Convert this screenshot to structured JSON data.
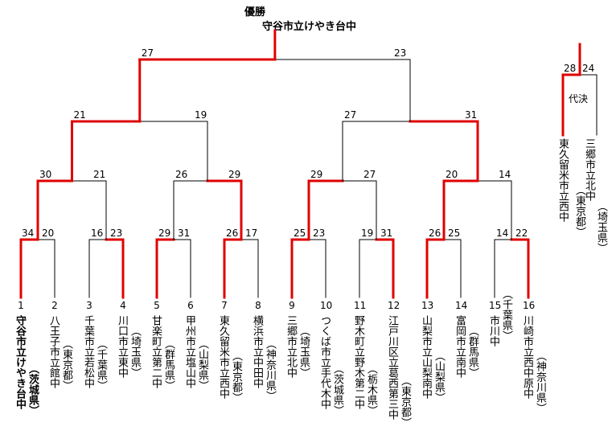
{
  "header": {
    "champion_label": "優勝",
    "champion_name": "守谷市立けやき台中"
  },
  "colors": {
    "win": "#e00000",
    "lose": "#000000",
    "background": "#ffffff"
  },
  "teams": [
    {
      "seed": "1",
      "name": "守谷市立けやき台中",
      "pref": "（茨城県）"
    },
    {
      "seed": "2",
      "name": "八王子市立館中",
      "pref": "（東京都）"
    },
    {
      "seed": "3",
      "name": "千葉市立若松中",
      "pref": "（千葉県）"
    },
    {
      "seed": "4",
      "name": "川口市立東中",
      "pref": "（埼玉県）"
    },
    {
      "seed": "5",
      "name": "甘楽町立第二中",
      "pref": "（群馬県）"
    },
    {
      "seed": "6",
      "name": "甲州市立塩山中",
      "pref": "（山梨県）"
    },
    {
      "seed": "7",
      "name": "東久留米市立西中",
      "pref": "（東京都）"
    },
    {
      "seed": "8",
      "name": "横浜市立中田中",
      "pref": "（神奈川県）"
    },
    {
      "seed": "9",
      "name": "三郷市立北中",
      "pref": "（埼玉県）"
    },
    {
      "seed": "10",
      "name": "つくば市立手代木中",
      "pref": "（茨城県）"
    },
    {
      "seed": "11",
      "name": "野木町立野木第二中",
      "pref": "（栃木県）"
    },
    {
      "seed": "12",
      "name": "江戸川区立葛西第三中",
      "pref": "（東京都）"
    },
    {
      "seed": "13",
      "name": "山梨市立山梨南中",
      "pref": "（山梨県）"
    },
    {
      "seed": "14",
      "name": "富岡市立南中",
      "pref": "（群馬県）"
    },
    {
      "seed": "15",
      "name": "市川中",
      "pref": "（千葉県）"
    },
    {
      "seed": "16",
      "name": "川崎市立西中原中",
      "pref": "（神奈川県）"
    }
  ],
  "rounds": {
    "round1": [
      {
        "left": "34",
        "right": "20",
        "winner": "left"
      },
      {
        "left": "16",
        "right": "23",
        "winner": "right"
      },
      {
        "left": "29",
        "right": "31",
        "winner": "left"
      },
      {
        "left": "26",
        "right": "17",
        "winner": "left"
      },
      {
        "left": "25",
        "right": "23",
        "winner": "left"
      },
      {
        "left": "19",
        "right": "31",
        "winner": "right"
      },
      {
        "left": "26",
        "right": "25",
        "winner": "left"
      },
      {
        "left": "14",
        "right": "22",
        "winner": "right"
      }
    ],
    "quarterfinal": [
      {
        "left": "30",
        "right": "21",
        "winner": "left"
      },
      {
        "left": "26",
        "right": "29",
        "winner": "right"
      },
      {
        "left": "29",
        "right": "27",
        "winner": "left"
      },
      {
        "left": "20",
        "right": "14",
        "winner": "left"
      }
    ],
    "semifinal": [
      {
        "left": "21",
        "right": "19",
        "winner": "left"
      },
      {
        "left": "27",
        "right": "31",
        "winner": "right"
      }
    ],
    "final": {
      "left": "27",
      "right": "23",
      "winner": "left"
    }
  },
  "playoff": {
    "label": "代決",
    "left": {
      "score": "28",
      "name": "東久留米市立西中",
      "pref": "（東京都）"
    },
    "right": {
      "score": "24",
      "name": "三郷市立北中",
      "pref": "（埼玉県）"
    },
    "winner": "left"
  }
}
